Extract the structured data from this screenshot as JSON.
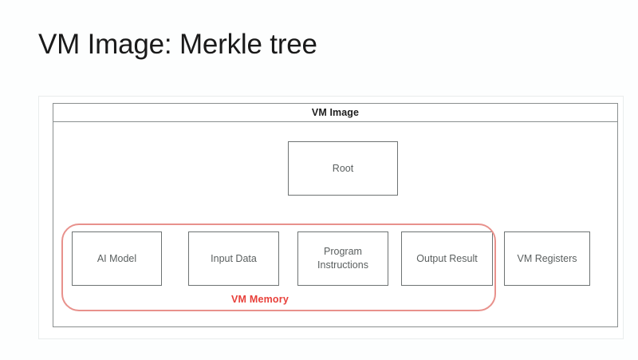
{
  "slide": {
    "title": "VM Image: Merkle tree",
    "background_color": "#fdfefe"
  },
  "figure": {
    "container_label": "VM Image",
    "border_color": "#8a8f8f",
    "tree": {
      "root": {
        "label": "Root"
      },
      "children": [
        {
          "label": "AI Model"
        },
        {
          "label": "Input Data"
        },
        {
          "label": "Program\nInstructions",
          "line1": "Program",
          "line2": "Instructions"
        },
        {
          "label": "Output Result"
        },
        {
          "label": "VM Registers"
        }
      ]
    },
    "highlight_group": {
      "label": "VM Memory",
      "color": "#e8403a",
      "outline_color": "#e8918c",
      "members": [
        "AI Model",
        "Input Data",
        "Program Instructions",
        "Output Result"
      ]
    }
  }
}
